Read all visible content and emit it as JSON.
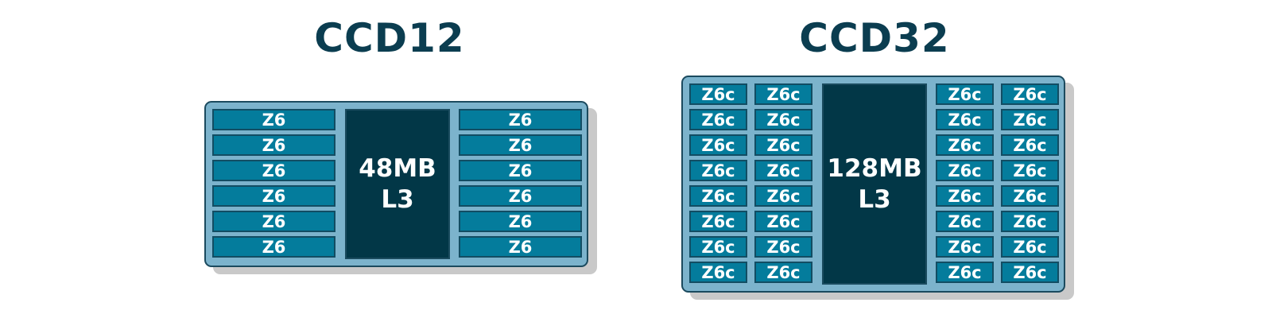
{
  "ccd12": {
    "title": "CCD12",
    "core_label": "Z6",
    "cache_size": "48MB",
    "cache_level": "L3",
    "rows": 6,
    "cols_per_side": 1
  },
  "ccd32": {
    "title": "CCD32",
    "core_label": "Z6c",
    "cache_size": "128MB",
    "cache_level": "L3",
    "rows": 8,
    "cols_per_side": 2
  },
  "colors": {
    "title": "#0b3d50",
    "ccd_fill": "#7cb3cc",
    "core_fill": "#047c9c",
    "cache_fill": "#023747",
    "shadow": "#c9c9c9"
  }
}
